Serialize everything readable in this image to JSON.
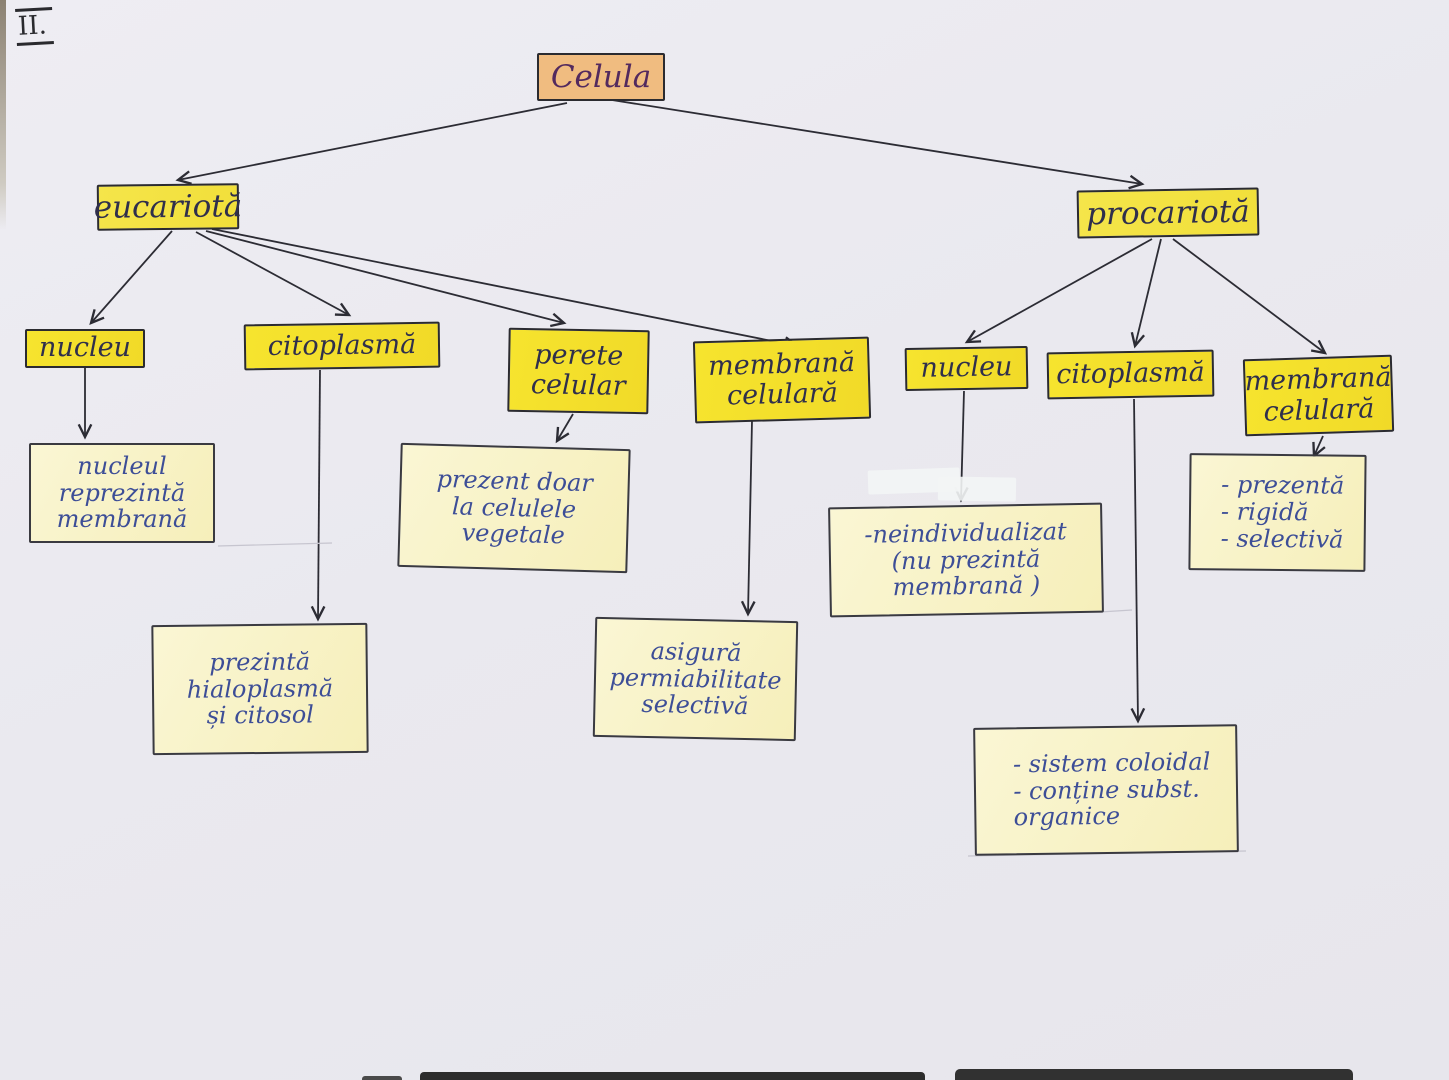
{
  "page_marker": "II.",
  "colors": {
    "paper": "#eae9ef",
    "root_box_fill": "#f0bc80",
    "label_box_fill": "#f4e335",
    "detail_box_fill": "#f8f4c9",
    "outline_ink": "#2b2b30",
    "label_ink": "#2f2f4c",
    "root_ink": "#532a5e",
    "detail_ink": "#3d4e97"
  },
  "nodes": {
    "root": {
      "label": "Celula"
    },
    "eucariota": {
      "label": "eucariotă"
    },
    "procariota": {
      "label": "procariotă"
    },
    "eu_nucleu": {
      "label": "nucleu",
      "detail": "nucleul\nreprezintă\nmembrană"
    },
    "eu_citoplasma": {
      "label": "citoplasmă",
      "detail": "prezintă\nhialoplasmă\nși citosol"
    },
    "eu_perete": {
      "label": "perete\ncelular",
      "detail": "prezent doar\nla celulele\nvegetale"
    },
    "eu_membrana": {
      "label": "membrană\ncelulară",
      "detail": "asigură\npermiabilitate\nselectivă"
    },
    "pro_nucleu": {
      "label": "nucleu",
      "detail": "-neindividualizat\n(nu prezintă\nmembrană )"
    },
    "pro_citoplasma": {
      "label": "citoplasmă",
      "detail": "- sistem coloidal\n- conține subst.\norganice"
    },
    "pro_membrana": {
      "label": "membrană\ncelulară",
      "detail": "- prezentă\n- rigidă\n- selectivă"
    }
  }
}
